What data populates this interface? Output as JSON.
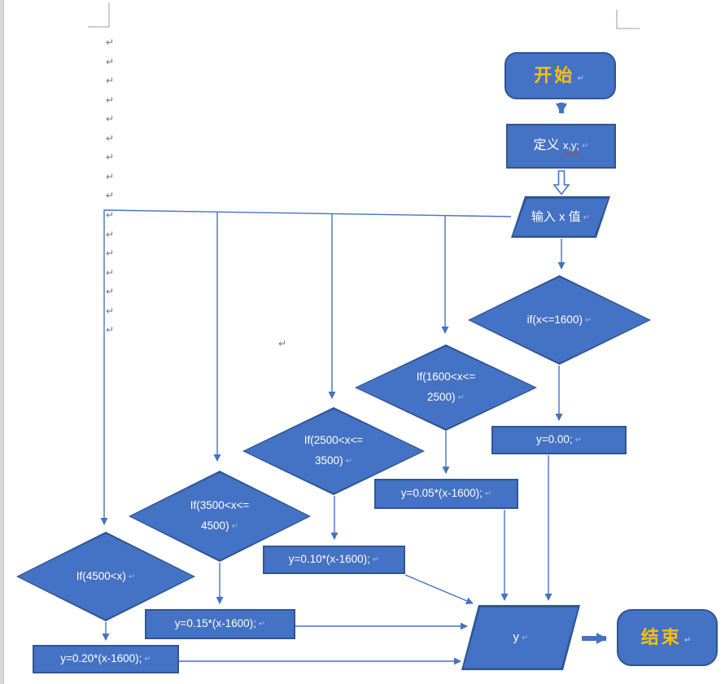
{
  "page": {
    "pilcrow": "↵"
  },
  "colors": {
    "shape_fill": "#4472C4",
    "shape_border": "#2F5597",
    "connector": "#4472C4",
    "terminal_text": "#FFC000",
    "body_text": "#FFFFFF"
  },
  "flowchart": {
    "start": {
      "label": "开始"
    },
    "define": {
      "label_prefix": "定义 ",
      "label_vars": "x,y;"
    },
    "input": {
      "label": "输入 x 值"
    },
    "decisions": [
      {
        "line1": "if(x<=1600)",
        "line2": ""
      },
      {
        "line1": "If(1600<x<=",
        "line2": "2500)"
      },
      {
        "line1": "If(2500<x<=",
        "line2": "3500)"
      },
      {
        "line1": "If(3500<x<=",
        "line2": "4500)"
      },
      {
        "line1": "If(4500<x)",
        "line2": ""
      }
    ],
    "results": [
      {
        "label": "y=0.00;"
      },
      {
        "label": "y=0.05*(x-1600);"
      },
      {
        "label": "y=0.10*(x-1600);"
      },
      {
        "label": "y=0.15*(x-1600);"
      },
      {
        "label": "y=0.20*(x-1600);"
      }
    ],
    "output": {
      "label": "y"
    },
    "end": {
      "label": "结束"
    }
  }
}
